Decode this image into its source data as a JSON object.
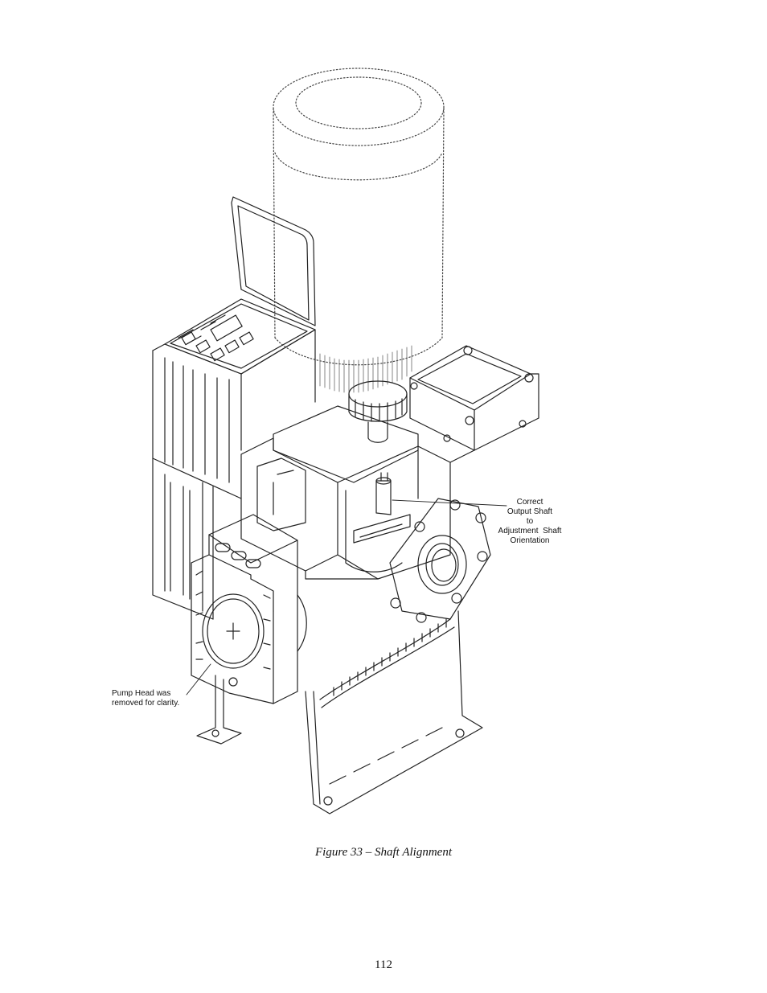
{
  "figure": {
    "callouts": {
      "shaft_orientation": [
        "Correct",
        "Output Shaft",
        "to",
        "Adjustment  Shaft",
        "Orientation"
      ],
      "pump_head": [
        "Pump Head was",
        "removed for clarity."
      ]
    },
    "caption": "Figure 33 – Shaft Alignment"
  },
  "page_number": "112"
}
